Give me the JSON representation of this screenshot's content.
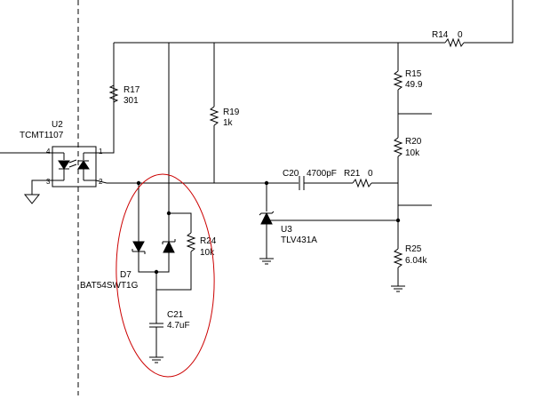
{
  "colors": {
    "wire": "#000000",
    "highlight_ellipse": "#cc0000",
    "background": "#ffffff"
  },
  "components": {
    "u2": {
      "ref": "U2",
      "value": "TCMT1107",
      "pins": [
        "4",
        "3",
        "1",
        "2"
      ]
    },
    "r14": {
      "ref": "R14",
      "value": "0"
    },
    "r15": {
      "ref": "R15",
      "value": "49.9"
    },
    "r17": {
      "ref": "R17",
      "value": "301"
    },
    "r19": {
      "ref": "R19",
      "value": "1k"
    },
    "r20": {
      "ref": "R20",
      "value": "10k"
    },
    "r21": {
      "ref": "R21",
      "value": "0"
    },
    "r24": {
      "ref": "R24",
      "value": "10k"
    },
    "r25": {
      "ref": "R25",
      "value": "6.04k"
    },
    "c20": {
      "ref": "C20",
      "value": "4700pF"
    },
    "c21": {
      "ref": "C21",
      "value": "4.7uF"
    },
    "u3": {
      "ref": "U3",
      "value": "TLV431A"
    },
    "d7": {
      "ref": "D7",
      "value": "BAT54SWT1G"
    }
  },
  "icons": [
    "ground-icon",
    "resistor-icon",
    "capacitor-icon",
    "diode-icon",
    "zener-diode-icon",
    "optocoupler-icon"
  ]
}
